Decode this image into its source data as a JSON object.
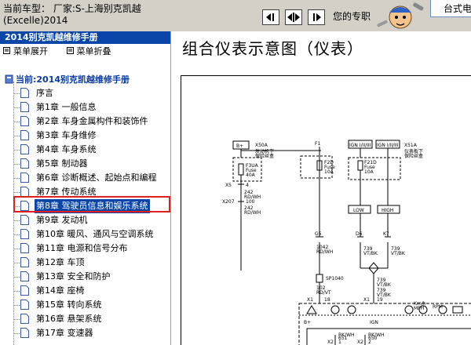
{
  "header": {
    "car_model_line1": "当前车型：  厂家:S-上海别克凯越",
    "car_model_line2": "(Excelle)2014",
    "welcome": "您的专职",
    "ad_text": "台式电"
  },
  "sidebar": {
    "manual_title": "2014别克凯越维修手册",
    "expand_label": "菜单展开",
    "collapse_label": "菜单折叠",
    "root_label": "当前:2014别克凯越维修手册",
    "items": [
      {
        "label": "序言"
      },
      {
        "label": "第1章 一般信息"
      },
      {
        "label": "第2章 车身金属构件和装饰件"
      },
      {
        "label": "第3章 车身维修"
      },
      {
        "label": "第4章 车身系统"
      },
      {
        "label": "第5章 制动器"
      },
      {
        "label": "第6章 诊断概述、起始点和编程"
      },
      {
        "label": "第7章 传动系统"
      },
      {
        "label": "第8章 驾驶员信息和娱乐系统"
      },
      {
        "label": "第9章 发动机"
      },
      {
        "label": "第10章 暖风、通风与空调系统"
      },
      {
        "label": "第11章 电源和信号分布"
      },
      {
        "label": "第12章 车顶"
      },
      {
        "label": "第13章 安全和防护"
      },
      {
        "label": "第14章 座椅"
      },
      {
        "label": "第15章 转向系统"
      },
      {
        "label": "第16章 悬架系统"
      },
      {
        "label": "第17章 变速器"
      }
    ]
  },
  "main": {
    "title": "组合仪表示意图（仪表）"
  },
  "diagram": {
    "bplus": "B+",
    "x50a": "X50A",
    "x50a_desc1": "发动机下",
    "x50a_desc2": "保险丝盒",
    "f3ua": "F3UA",
    "f3ua_fuse": "Fuse",
    "f3ua_amp": "40A",
    "x5": "X5",
    "x5_pin": "4",
    "w242a_1": "242",
    "w242a_2": "RD/WH",
    "x207": "X207",
    "x207_pin": "100",
    "w242b_1": "242",
    "w242b_2": "RD/WH",
    "f1": "F1",
    "f2d": "F2D",
    "f2d_fuse": "Fuse",
    "f2d_amp": "10A",
    "g5": "G5",
    "w1042_1": "1042",
    "w1042_2": "RD/WH",
    "sp1040": "SP1040",
    "w102_1": "102",
    "w102_2": "RD/VT",
    "x1_18a": "X1",
    "pin18": "18",
    "ign1": "IGN I/II/III",
    "ign2": "IGN I/II/III",
    "x51a": "X51A",
    "x51a_desc1": "仪表板下",
    "x51a_desc2": "保险丝盒",
    "f21d": "F21D",
    "f21d_fuse": "Fuse",
    "f21d_amp": "10A",
    "low": "LOW",
    "high": "HIGH",
    "d6": "D6",
    "k7": "K7",
    "w739a_1": "739",
    "w739a_2": "VT/BK",
    "w739b_1": "739",
    "w739b_2": "VT/BK",
    "w739c_1": "739",
    "w739c_2": "VT/BK",
    "w739d_1": "739",
    "w739d_2": "VT/BK",
    "x1_19": "X1",
    "pin19": "19",
    "bplus_inner": "B+",
    "ign_inner": "IGN",
    "kmh": "Km/h",
    "mph": "MPH",
    "rpm": "RPM",
    "x2_1": "X2",
    "pin1": "1",
    "x2_2": "X2",
    "pin2": "2",
    "w651_1": "651",
    "w651_2": "BK/WH",
    "w650_1": "650",
    "w650_2": "BK/WH"
  }
}
